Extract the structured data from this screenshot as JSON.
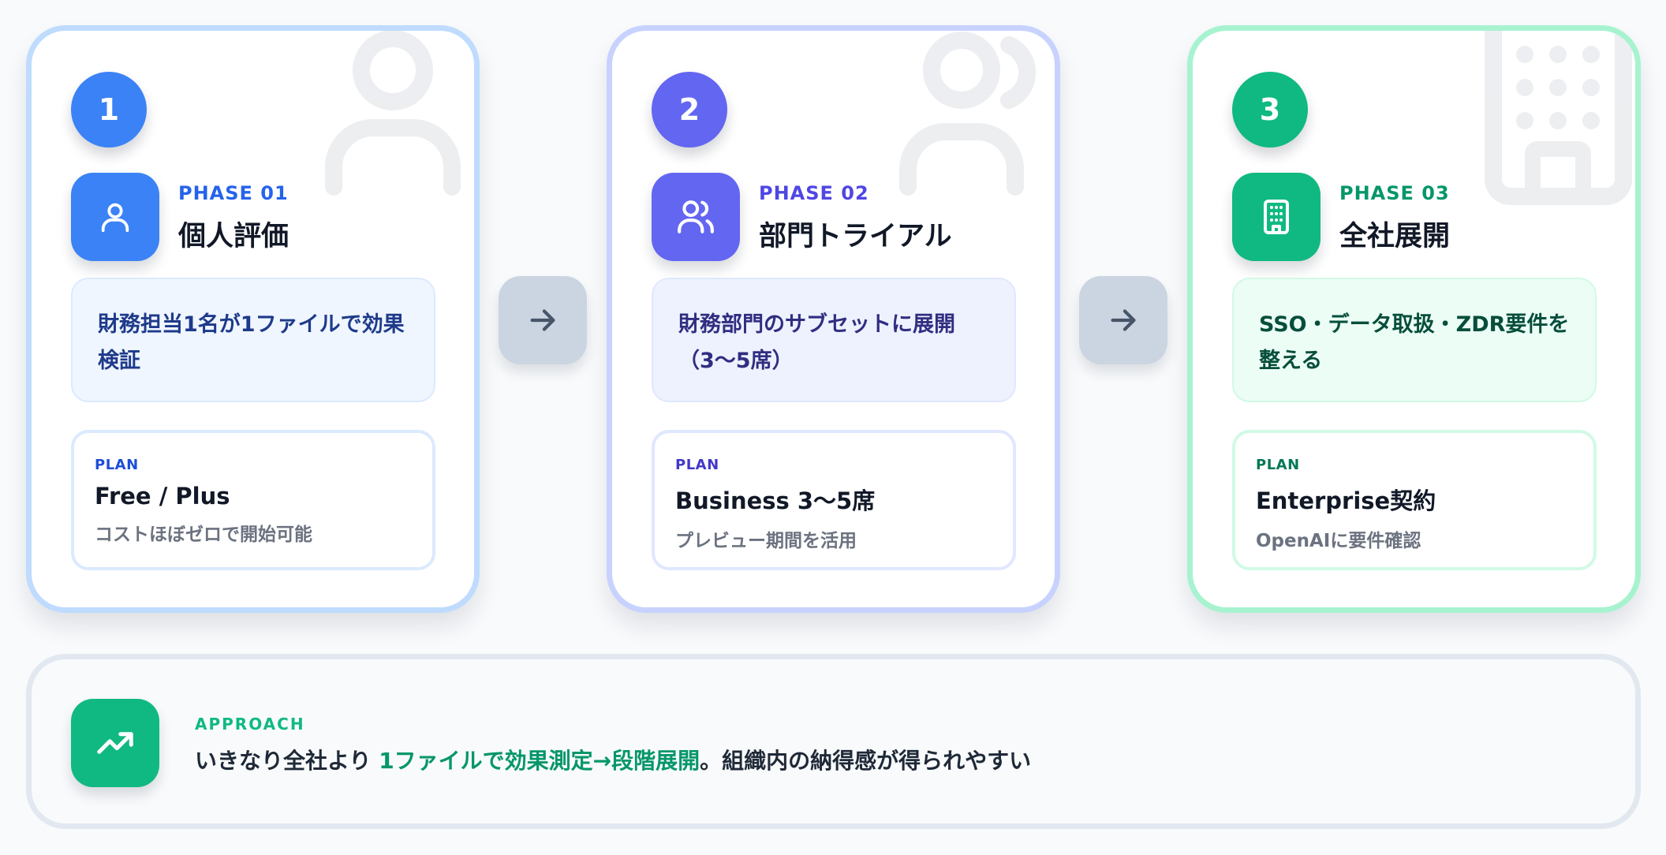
{
  "phases": [
    {
      "number": "1",
      "phase_label": "PHASE 01",
      "title": "個人評価",
      "description": "財務担当1名が1ファイルで効果検証",
      "plan_label": "PLAN",
      "plan_name": "Free / Plus",
      "plan_note": "コストほぼゼロで開始可能",
      "icon": "user-icon",
      "color": "#3b82f6"
    },
    {
      "number": "2",
      "phase_label": "PHASE 02",
      "title": "部門トライアル",
      "description": "財務部門のサブセットに展開（3〜5席）",
      "plan_label": "PLAN",
      "plan_name": "Business 3〜5席",
      "plan_note": "プレビュー期間を活用",
      "icon": "users-icon",
      "color": "#6366f1"
    },
    {
      "number": "3",
      "phase_label": "PHASE 03",
      "title": "全社展開",
      "description": "SSO・データ取扱・ZDR要件を整える",
      "plan_label": "PLAN",
      "plan_name": "Enterprise契約",
      "plan_note": "OpenAIに要件確認",
      "icon": "building-icon",
      "color": "#10b981"
    }
  ],
  "arrows": [
    "arrow-right-icon",
    "arrow-right-icon"
  ],
  "approach": {
    "label": "APPROACH",
    "text_before": "いきなり全社より ",
    "text_highlight": "1ファイルで効果測定→段階展開",
    "text_after": "。組織内の納得感が得られやすい",
    "icon": "trending-up-icon",
    "highlight_color": "#059669"
  }
}
